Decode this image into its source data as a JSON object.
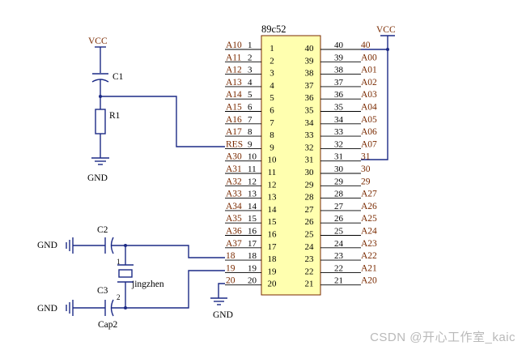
{
  "chip": {
    "name": "89c52",
    "left_pins": [
      {
        "num": "1",
        "net": "A10"
      },
      {
        "num": "2",
        "net": "A11"
      },
      {
        "num": "3",
        "net": "A12"
      },
      {
        "num": "4",
        "net": "A13"
      },
      {
        "num": "5",
        "net": "A14"
      },
      {
        "num": "6",
        "net": "A15"
      },
      {
        "num": "7",
        "net": "A16"
      },
      {
        "num": "8",
        "net": "A17"
      },
      {
        "num": "9",
        "net": "RES"
      },
      {
        "num": "10",
        "net": "A30"
      },
      {
        "num": "11",
        "net": "A31"
      },
      {
        "num": "12",
        "net": "A32"
      },
      {
        "num": "13",
        "net": "A33"
      },
      {
        "num": "14",
        "net": "A34"
      },
      {
        "num": "15",
        "net": "A35"
      },
      {
        "num": "16",
        "net": "A36"
      },
      {
        "num": "17",
        "net": "A37"
      },
      {
        "num": "18",
        "net": "18"
      },
      {
        "num": "19",
        "net": "19"
      },
      {
        "num": "20",
        "net": "20"
      }
    ],
    "right_pins": [
      {
        "num": "40",
        "net": "40"
      },
      {
        "num": "39",
        "net": "A00"
      },
      {
        "num": "38",
        "net": "A01"
      },
      {
        "num": "37",
        "net": "A02"
      },
      {
        "num": "36",
        "net": "A03"
      },
      {
        "num": "35",
        "net": "A04"
      },
      {
        "num": "34",
        "net": "A05"
      },
      {
        "num": "33",
        "net": "A06"
      },
      {
        "num": "32",
        "net": "A07"
      },
      {
        "num": "31",
        "net": "31"
      },
      {
        "num": "30",
        "net": "30"
      },
      {
        "num": "29",
        "net": "29"
      },
      {
        "num": "28",
        "net": "A27"
      },
      {
        "num": "27",
        "net": "A26"
      },
      {
        "num": "26",
        "net": "A25"
      },
      {
        "num": "25",
        "net": "A24"
      },
      {
        "num": "24",
        "net": "A23"
      },
      {
        "num": "23",
        "net": "A22"
      },
      {
        "num": "22",
        "net": "A21"
      },
      {
        "num": "21",
        "net": "A20"
      }
    ]
  },
  "labels": {
    "vcc_left": "VCC",
    "vcc_right": "VCC",
    "c1": "C1",
    "r1": "R1",
    "gnd_reset": "GND",
    "c2": "C2",
    "gnd_c2": "GND",
    "crystal": "jingzhen",
    "c3": "C3",
    "gnd_c3": "GND",
    "cap2": "Cap2",
    "gnd_chip": "GND",
    "crystal_pin1": "1",
    "crystal_pin2": "2"
  },
  "watermark": "CSDN @开心工作室_kaic",
  "colors": {
    "wire": "#1c2a86",
    "chip_fill": "#ffffaf",
    "chip_border": "#7a2a00",
    "pin_text": "#000000",
    "net_text": "#7a2a00",
    "part_text": "#7a2a00"
  }
}
